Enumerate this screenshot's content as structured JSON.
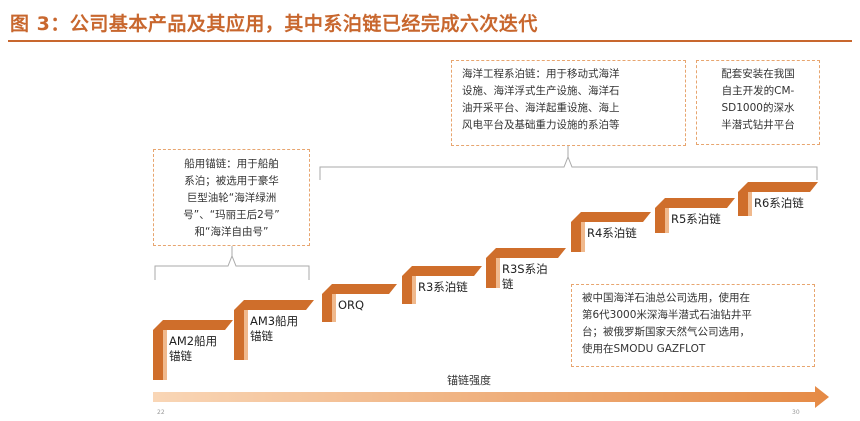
{
  "title": "图 3：公司基本产品及其应用，其中系泊链已经完成六次迭代",
  "stages": [
    {
      "name": "AM2船用锚链",
      "line1": "AM2船用",
      "line2": "锚链"
    },
    {
      "name": "AM3船用锚链",
      "line1": "AM3船用",
      "line2": "锚链"
    },
    {
      "name": "ORQ",
      "line1": "ORQ",
      "line2": ""
    },
    {
      "name": "R3系泊链",
      "line1": "R3系泊链",
      "line2": ""
    },
    {
      "name": "R3S系泊链",
      "line1": "R3S系泊",
      "line2": "链"
    },
    {
      "name": "R4系泊链",
      "line1": "R4系泊链",
      "line2": ""
    },
    {
      "name": "R5系泊链",
      "line1": "R5系泊链",
      "line2": ""
    },
    {
      "name": "R6系泊链",
      "line1": "R6系泊链",
      "line2": ""
    }
  ],
  "annotations": {
    "marine": {
      "lines": [
        "船用锚链：用于船舶",
        "系泊；被选用于豪华",
        "巨型油轮“海洋绿洲",
        "号”、“玛丽王后2号”",
        "和“海洋自由号”"
      ]
    },
    "offshore": {
      "lines": [
        "海洋工程系泊链：用于移动式海洋",
        "设施、海洋浮式生产设施、海洋石",
        "油开采平台、海洋起重设施、海上",
        "风电平台及基础重力设施的系泊等"
      ]
    },
    "r6": {
      "lines": [
        "配套安装在我国",
        "自主开发的CM-",
        "SD1000的深水",
        "半潜式钻井平台"
      ]
    },
    "r5": {
      "lines": [
        "被中国海洋石油总公司选用，使用在",
        "第6代3000米深海半潜式石油钻井平",
        "台；被俄罗斯国家天然气公司选用，",
        "使用在SMODU GAZFLOT"
      ]
    }
  },
  "axis": {
    "label": "锚链强度",
    "tick_left": "22",
    "tick_right": "30"
  },
  "colors": {
    "step_dark": "#cf6e2b",
    "step_light": "#f0b98d",
    "box_border": "#e7a56f",
    "title": "#c8672e"
  }
}
